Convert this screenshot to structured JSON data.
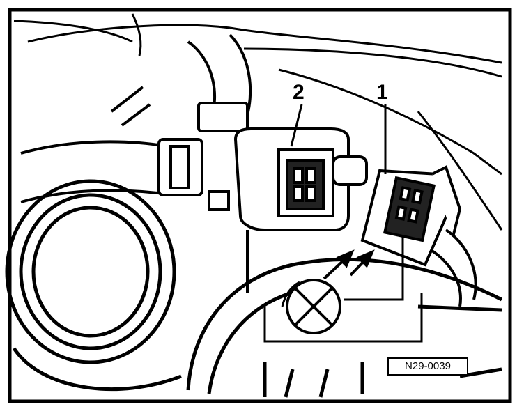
{
  "callouts": {
    "one": "1",
    "two": "2"
  },
  "figure_id": "N29-0039",
  "icons": {
    "test_lamp": "circle-x-lamp-icon"
  },
  "colors": {
    "ink": "#000000",
    "paper": "#ffffff"
  }
}
